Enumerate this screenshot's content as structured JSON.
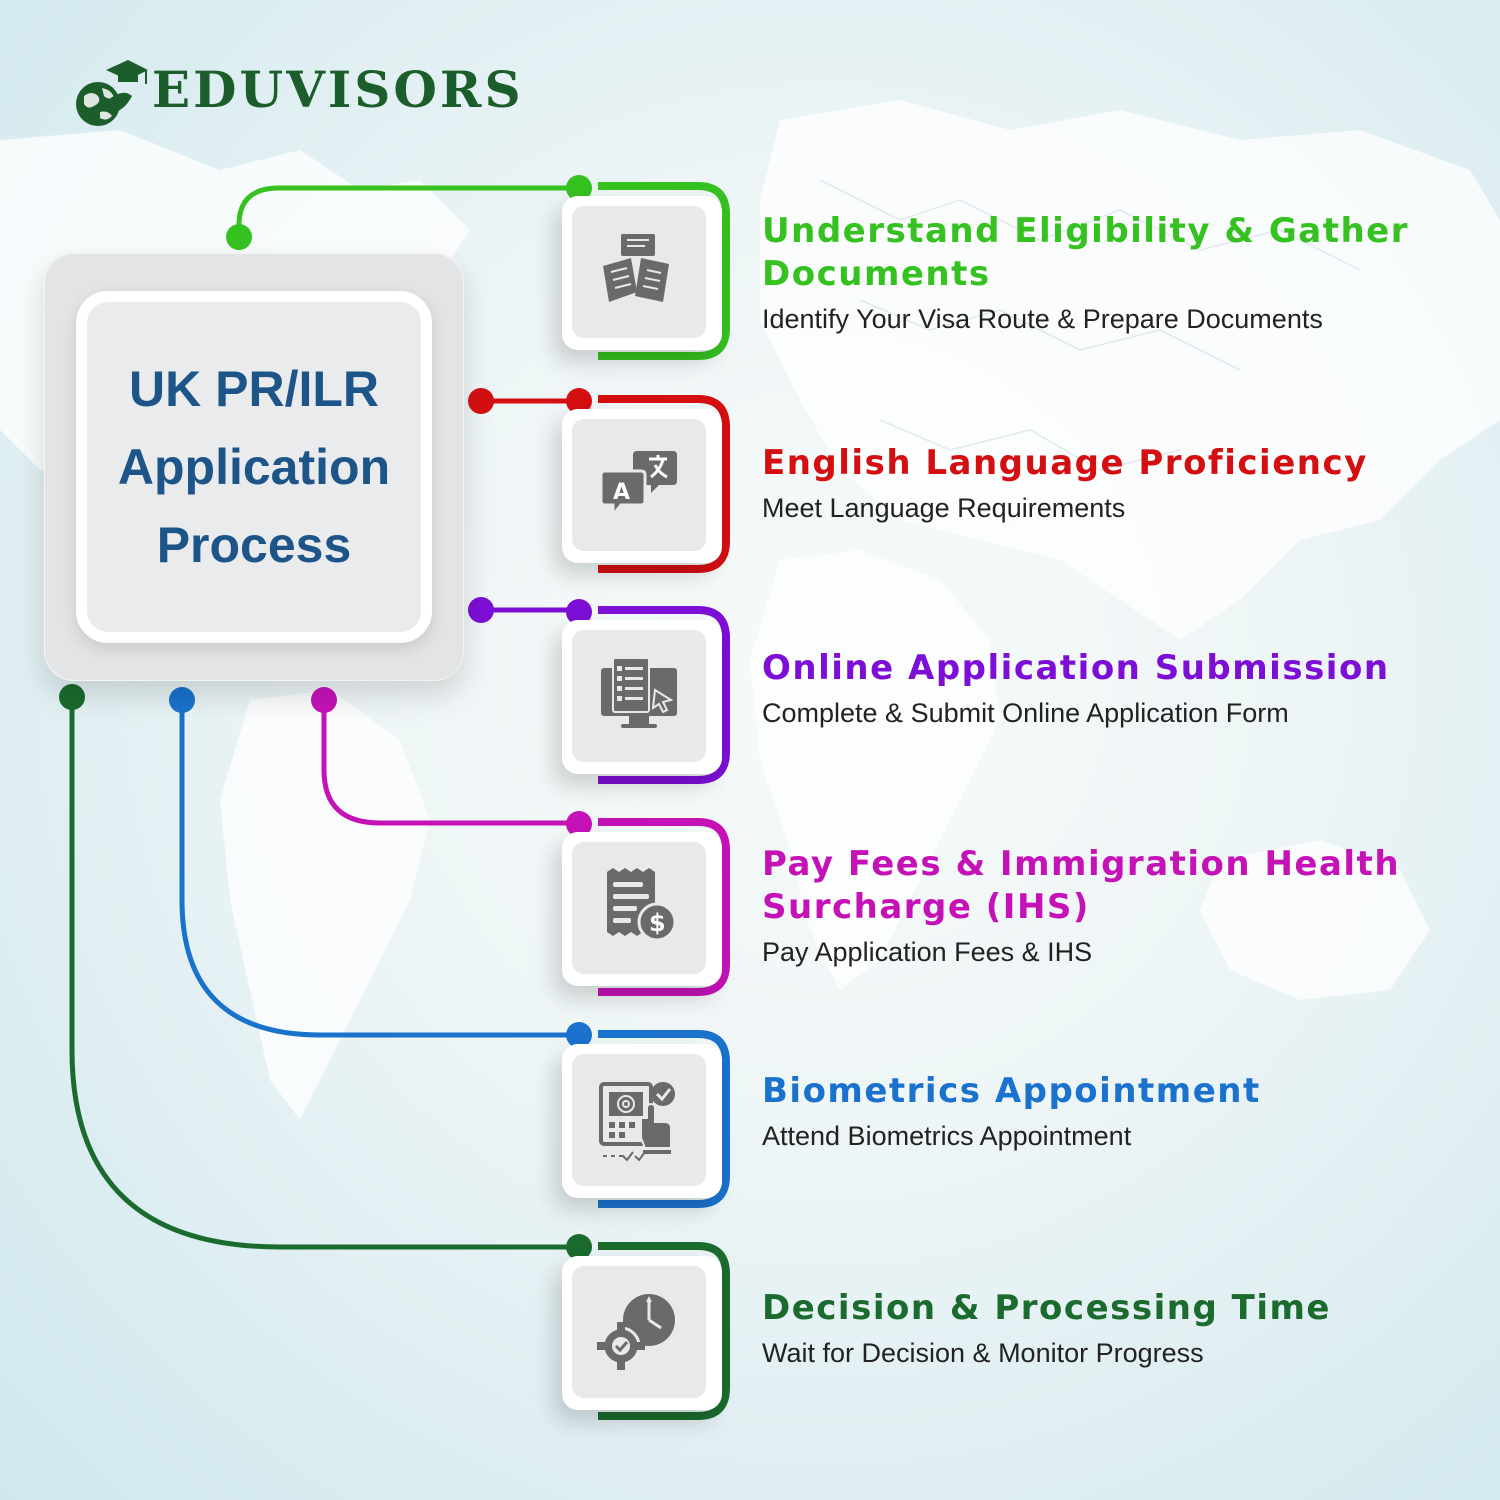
{
  "brand": {
    "name": "EDUVISORS",
    "color": "#1c5d2c"
  },
  "center": {
    "lines": [
      "UK PR/ILR",
      "Application",
      "Process"
    ],
    "color": "#1d5588"
  },
  "steps": [
    {
      "title": "Understand Eligibility & Gather Documents",
      "description": "Identify Your Visa Route & Prepare Documents",
      "color": "#35c11f",
      "icon": "documents-icon"
    },
    {
      "title": "English Language Proficiency",
      "description": "Meet Language Requirements",
      "color": "#d40f12",
      "icon": "translate-icon"
    },
    {
      "title": "Online Application Submission",
      "description": "Complete & Submit Online Application Form",
      "color": "#7c0ed6",
      "icon": "online-form-icon"
    },
    {
      "title": "Pay Fees & Immigration Health Surcharge (IHS)",
      "description": "Pay Application Fees & IHS",
      "color": "#c512b7",
      "icon": "receipt-dollar-icon"
    },
    {
      "title": "Biometrics Appointment",
      "description": "Attend Biometrics Appointment",
      "color": "#1a72cd",
      "icon": "biometrics-icon"
    },
    {
      "title": "Decision & Processing Time",
      "description": "Wait for Decision & Monitor Progress",
      "color": "#1a6b2d",
      "icon": "clock-gear-icon"
    }
  ]
}
